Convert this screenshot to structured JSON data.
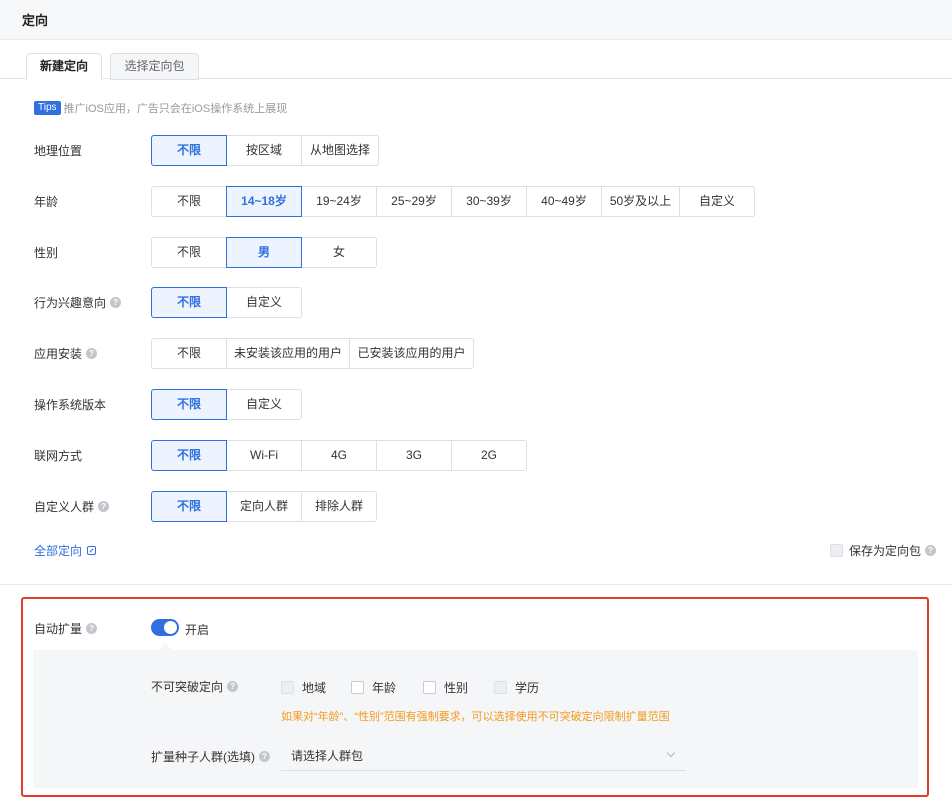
{
  "header": {
    "title": "定向"
  },
  "tabs": [
    {
      "label": "新建定向",
      "active": true
    },
    {
      "label": "选择定向包",
      "active": false
    }
  ],
  "tips": {
    "badge": "Tips",
    "text": "推广iOS应用，广告只会在iOS操作系统上展现"
  },
  "rows": {
    "location": {
      "label": "地理位置",
      "options": [
        "不限",
        "按区域",
        "从地图选择"
      ],
      "selected": "不限"
    },
    "age": {
      "label": "年龄",
      "options": [
        "不限",
        "14~18岁",
        "19~24岁",
        "25~29岁",
        "30~39岁",
        "40~49岁",
        "50岁及以上",
        "自定义"
      ],
      "selected": "14~18岁"
    },
    "gender": {
      "label": "性别",
      "options": [
        "不限",
        "男",
        "女"
      ],
      "selected": "男"
    },
    "interest": {
      "label": "行为兴趣意向",
      "options": [
        "不限",
        "自定义"
      ],
      "selected": "不限"
    },
    "app_install": {
      "label": "应用安装",
      "options": [
        "不限",
        "未安装该应用的用户",
        "已安装该应用的用户"
      ],
      "selected": "不限"
    },
    "os_version": {
      "label": "操作系统版本",
      "options": [
        "不限",
        "自定义"
      ],
      "selected": "不限"
    },
    "network": {
      "label": "联网方式",
      "options": [
        "不限",
        "Wi-Fi",
        "4G",
        "3G",
        "2G"
      ],
      "selected": "不限"
    },
    "custom_audience": {
      "label": "自定义人群",
      "options": [
        "不限",
        "定向人群",
        "排除人群"
      ],
      "selected": "不限"
    }
  },
  "all_targeting_link": "全部定向",
  "save_as_package": "保存为定向包",
  "auto_expand": {
    "label": "自动扩量",
    "toggle_text": "开启",
    "enabled": true,
    "nobreak_label": "不可突破定向",
    "nobreak_options": [
      {
        "label": "地域",
        "disabled": true
      },
      {
        "label": "年龄",
        "disabled": false
      },
      {
        "label": "性别",
        "disabled": false
      },
      {
        "label": "学历",
        "disabled": true
      }
    ],
    "warning": "如果对“年龄”、“性别”范围有强制要求，可以选择使用不可突破定向限制扩量范围",
    "seed_label": "扩量种子人群(选填)",
    "seed_placeholder": "请选择人群包"
  },
  "colors": {
    "accent": "#2f6fe0",
    "warning": "#f39a1f",
    "highlight_border": "#e03c2a"
  }
}
